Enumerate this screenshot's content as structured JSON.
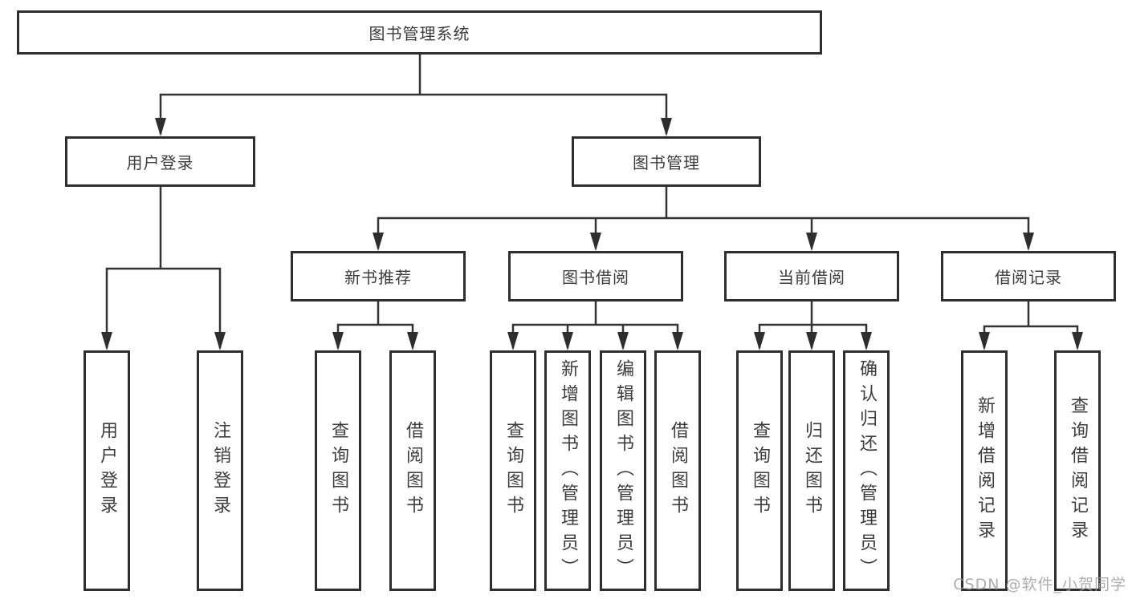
{
  "colors": {
    "background": "#ffffff",
    "box_border": "#2e2e2e",
    "connector_line": "#333333",
    "text": "#3c3c3c",
    "watermark_text": "#9f9f9f"
  },
  "tree": {
    "root": {
      "label": "图书管理系统"
    },
    "branches": [
      {
        "label": "用户登录",
        "children": [
          {
            "label": "用户登录"
          },
          {
            "label": "注销登录"
          }
        ]
      },
      {
        "label": "图书管理",
        "groups": [
          {
            "label": "新书推荐",
            "children": [
              {
                "label": "查询图书"
              },
              {
                "label": "借阅图书"
              }
            ]
          },
          {
            "label": "图书借阅",
            "children": [
              {
                "label": "查询图书"
              },
              {
                "label": "新增图书（管理员）"
              },
              {
                "label": "编辑图书（管理员）"
              },
              {
                "label": "借阅图书"
              }
            ]
          },
          {
            "label": "当前借阅",
            "children": [
              {
                "label": "查询图书"
              },
              {
                "label": "归还图书"
              },
              {
                "label": "确认归还（管理员）"
              }
            ]
          },
          {
            "label": "借阅记录",
            "children": [
              {
                "label": "新增借阅记录"
              },
              {
                "label": "查询借阅记录"
              }
            ]
          }
        ]
      }
    ]
  },
  "watermark": {
    "text": "CSDN @软件_小贺同学"
  }
}
